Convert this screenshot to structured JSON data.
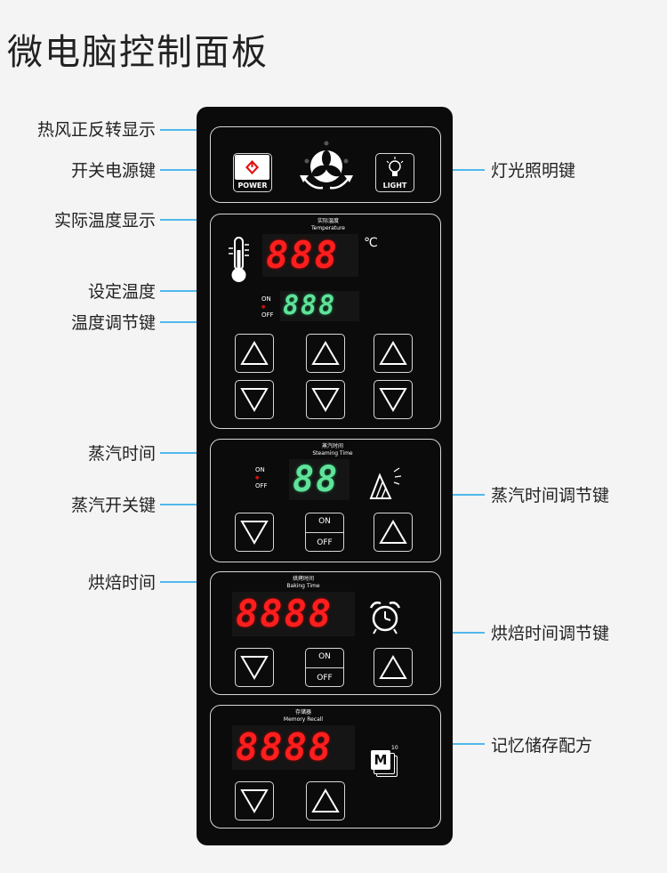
{
  "page": {
    "title": "微电脑控制面板"
  },
  "callouts": {
    "hot_air": "热风正反转显示",
    "power_key": "开关电源键",
    "light_key": "灯光照明键",
    "actual_temp": "实际温度显示",
    "set_temp": "设定温度",
    "temp_adjust": "温度调节键",
    "steam_time": "蒸汽时间",
    "steam_switch": "蒸汽开关键",
    "steam_time_adjust": "蒸汽时间调节键",
    "bake_time": "烘焙时间",
    "bake_time_adjust": "烘焙时间调节键",
    "memory": "记忆储存配方"
  },
  "panel": {
    "power_label": "POWER",
    "light_label": "LIGHT",
    "temperature": {
      "caption_cn": "实际温度",
      "caption_en": "Temperature",
      "actual_display": "888",
      "unit": "℃",
      "set_display": "888",
      "on": "ON",
      "off": "OFF"
    },
    "steaming": {
      "caption_cn": "蒸汽时间",
      "caption_en": "Steaming Time",
      "display": "88",
      "on": "ON",
      "off": "OFF",
      "toggle_on": "ON",
      "toggle_off": "OFF"
    },
    "baking": {
      "caption_cn": "烘烤时间",
      "caption_en": "Baking Time",
      "display": "8888",
      "toggle_on": "ON",
      "toggle_off": "OFF"
    },
    "memory": {
      "caption_cn": "存储器",
      "caption_en": "Memory Recall",
      "display": "8888",
      "badge_letter": "M",
      "badge_count": "10"
    }
  },
  "colors": {
    "callout_line": "#1aa3e8",
    "led_red": "#ff1e1e",
    "led_green": "#5fe39a",
    "panel": "#0b0b0b"
  }
}
